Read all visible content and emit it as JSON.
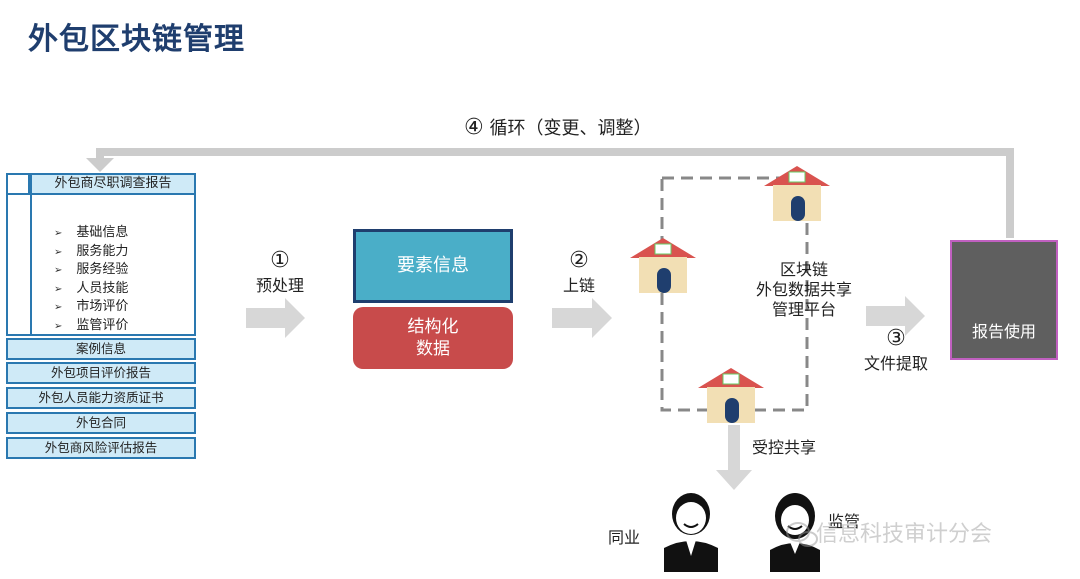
{
  "page": {
    "title": "外包区块链管理"
  },
  "loop": {
    "number": "④",
    "text": "循环（变更、调整）"
  },
  "left_doc": {
    "header": "外包商尽职调查报告",
    "bullets": [
      "基础信息",
      "服务能力",
      "服务经验",
      "人员技能",
      "市场评价",
      "监管评价"
    ],
    "stack": [
      "案例信息",
      "外包项目评价报告",
      "外包人员能力资质证书",
      "外包合同",
      "外包商风险评估报告"
    ]
  },
  "step1": {
    "number": "①",
    "text": "预处理"
  },
  "elements_box": "要素信息",
  "structured_box": {
    "line1": "结构化",
    "line2": "数据"
  },
  "step2": {
    "number": "②",
    "text": "上链"
  },
  "platform": {
    "line1": "区块链",
    "line2": "外包数据共享",
    "line3": "管理平台"
  },
  "step3": {
    "number": "③",
    "text": "文件提取"
  },
  "report": {
    "label": "报告使用"
  },
  "controlled_share": "受控共享",
  "peer": "同业",
  "regulator": "监管",
  "watermark": "信息科技审计分会",
  "colors": {
    "title": "#1f3e6e",
    "teal": "#4aaec8",
    "red": "#c84b4b",
    "doc_border": "#2a78b0",
    "doc_fill": "#cfeaf7",
    "arrow": "#cccccc"
  }
}
